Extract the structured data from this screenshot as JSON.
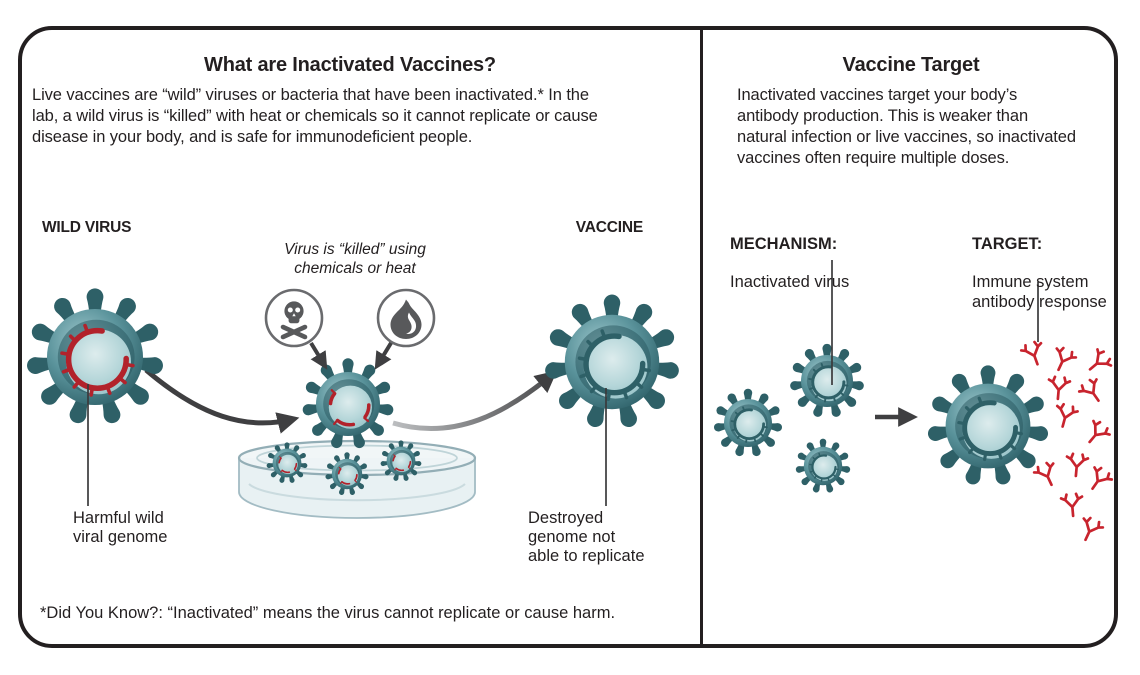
{
  "left_panel": {
    "title": "What are Inactivated Vaccines?",
    "intro": [
      "Live vaccines are “wild” viruses or bacteria that have been inactivated.* In the",
      "lab, a wild virus is “killed” with heat or chemicals so it cannot replicate or cause",
      "disease in your body, and is safe for immunodeficient people."
    ],
    "wild_virus_label": "WILD VIRUS",
    "vaccine_label": "VACCINE",
    "killed_caption": [
      "Virus is “killed” using",
      "chemicals or heat"
    ],
    "harmful_genome_label": [
      "Harmful wild",
      "viral genome"
    ],
    "destroyed_genome_label": [
      "Destroyed",
      "genome not",
      "able to replicate"
    ],
    "footnote": "*Did You Know?: “Inactivated” means the virus cannot replicate or cause harm."
  },
  "right_panel": {
    "title": "Vaccine Target",
    "intro": [
      "Inactivated vaccines target your body’s",
      "antibody production. This is weaker than",
      "natural infection or live vaccines, so inactivated",
      "vaccines often require multiple doses."
    ],
    "mechanism_heading": "MECHANISM:",
    "mechanism_sub": "Inactivated virus",
    "target_heading": "TARGET:",
    "target_sub": [
      "Immune system",
      "antibody response"
    ]
  },
  "icons": {
    "chemicals": "skull-crossbones",
    "heat": "flame",
    "antibody": "red-y-antibody"
  },
  "colors": {
    "outline": "#231f20",
    "virus_dark_teal": "#2e6067",
    "virus_body_teal": "#5a939b",
    "virus_inner_light": "#c8dfe1",
    "genome_red": "#b2222b",
    "antibody_red": "#c8242e",
    "icon_gray": "#58595b",
    "arrow_gray": "#3f3f41"
  }
}
